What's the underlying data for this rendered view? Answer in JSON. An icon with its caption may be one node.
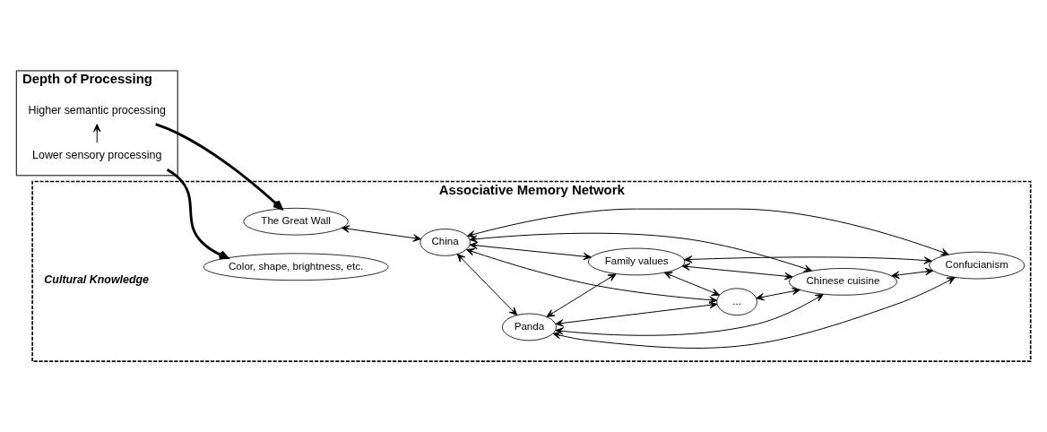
{
  "diagram": {
    "nodes": [
      {
        "text": [
          "Depth of Processing"
        ]
      },
      {
        "text": [
          "Higher semantic processing"
        ],
        "in": 0
      },
      {
        "text": [
          "Lower sensory processing"
        ],
        "in": 0
      },
      {
        "text": [
          "Associative Memory Network"
        ]
      },
      {
        "text": [
          "The Great Wall"
        ],
        "in": 3
      },
      {
        "text": [
          "Color, shape, brightness, etc."
        ],
        "in": 3
      },
      {
        "text": [
          "Panda"
        ],
        "in": 3
      },
      {
        "text": [
          "China"
        ],
        "in": 3
      },
      {
        "text": [
          "Family values"
        ],
        "in": 3
      },
      {
        "text": [
          "Confucianism"
        ],
        "in": 3
      },
      {
        "text": [
          "..."
        ],
        "in": 3
      },
      {
        "text": [
          "Chinese cuisine"
        ],
        "in": 3
      }
    ],
    "edges": [
      {
        "from": 2,
        "to": 1,
        "arrow": "to"
      },
      {
        "from": 1,
        "to": 4,
        "arrow": "to",
        "style": "thick"
      },
      {
        "from": 2,
        "to": 5,
        "arrow": "to",
        "style": "thick"
      },
      {
        "from": 4,
        "to": 7,
        "arrow": "both"
      },
      {
        "from": 7,
        "to": 6,
        "arrow": "both"
      },
      {
        "from": 6,
        "to": 8,
        "arrow": "both"
      },
      {
        "from": 7,
        "to": 8,
        "arrow": "both"
      },
      {
        "from": 7,
        "to": 10,
        "arrow": "both"
      },
      {
        "from": 7,
        "to": 11,
        "arrow": "both"
      },
      {
        "from": 7,
        "to": 9,
        "arrow": "both"
      },
      {
        "from": 6,
        "to": 10,
        "arrow": "both"
      },
      {
        "from": 6,
        "to": 11,
        "arrow": "both"
      },
      {
        "from": 6,
        "to": 9,
        "arrow": "both"
      },
      {
        "from": 8,
        "to": 10,
        "arrow": "both"
      },
      {
        "from": 8,
        "to": 11,
        "arrow": "both"
      },
      {
        "from": 8,
        "to": 9,
        "arrow": "both"
      },
      {
        "from": 10,
        "to": 11,
        "arrow": "both"
      },
      {
        "from": 11,
        "to": 9,
        "arrow": "both"
      }
    ],
    "labels": [
      "Cultural Knowledge"
    ]
  }
}
